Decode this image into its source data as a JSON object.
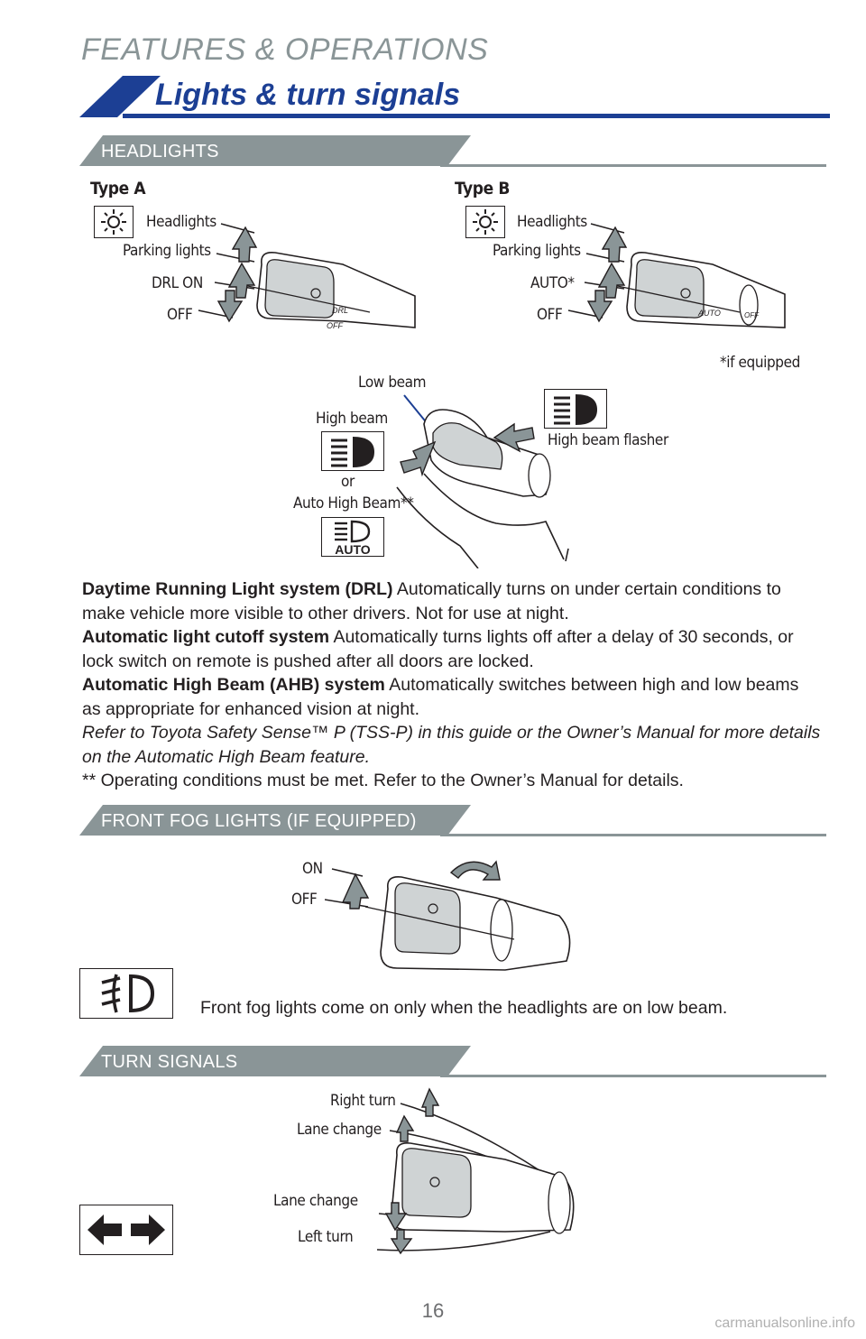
{
  "header": {
    "chapter": "FEATURES & OPERATIONS",
    "title": "Lights & turn signals",
    "accent_color": "#1c3f94",
    "chapter_color": "#8a9597"
  },
  "headlights": {
    "section_label": "HEADLIGHTS",
    "type_a": {
      "label": "Type A",
      "headlights": "Headlights",
      "parking": "Parking lights",
      "drl_on": "DRL ON",
      "off": "OFF"
    },
    "type_b": {
      "label": "Type B",
      "headlights": "Headlights",
      "parking": "Parking lights",
      "auto": "AUTO*",
      "off": "OFF",
      "footnote": "*if equipped"
    },
    "beam": {
      "low_beam": "Low beam",
      "high_beam": "High beam",
      "or": "or",
      "auto_high_beam": "Auto High Beam**",
      "high_beam_flasher": "High beam flasher",
      "auto_badge": "AUTO"
    },
    "stalk_labels": {
      "drl": "DRL",
      "off": "OFF",
      "auto": "AUTO"
    }
  },
  "description": {
    "drl_title": "Daytime Running Light system (DRL)",
    "drl_text": " Automatically turns on under certain conditions to make vehicle more visible to other drivers. Not for use at night.",
    "cutoff_title": "Automatic light cutoff system",
    "cutoff_text": " Automatically turns lights off after a delay of 30 seconds, or lock switch on remote is pushed after all doors are locked.",
    "ahb_title": "Automatic High Beam (AHB) system",
    "ahb_text": " Automatically switches between high and low beams as appropriate for enhanced vision at night.",
    "refer_text": "Refer to Toyota Safety Sense™ P (TSS-P) in this guide or the Owner’s Manual for more details on the Automatic High Beam feature.",
    "footnote": "** Operating conditions must be met. Refer to the Owner’s Manual for details."
  },
  "fog": {
    "section_label": "FRONT FOG LIGHTS (IF EQUIPPED)",
    "on": "ON",
    "off": "OFF",
    "note": "Front fog lights come on only when the headlights are on low beam."
  },
  "turn": {
    "section_label": "TURN SIGNALS",
    "right_turn": "Right turn",
    "lane_change_up": "Lane change",
    "lane_change_down": "Lane change",
    "left_turn": "Left turn"
  },
  "footer": {
    "page_number": "16",
    "watermark": "carmanualsonline.info"
  }
}
